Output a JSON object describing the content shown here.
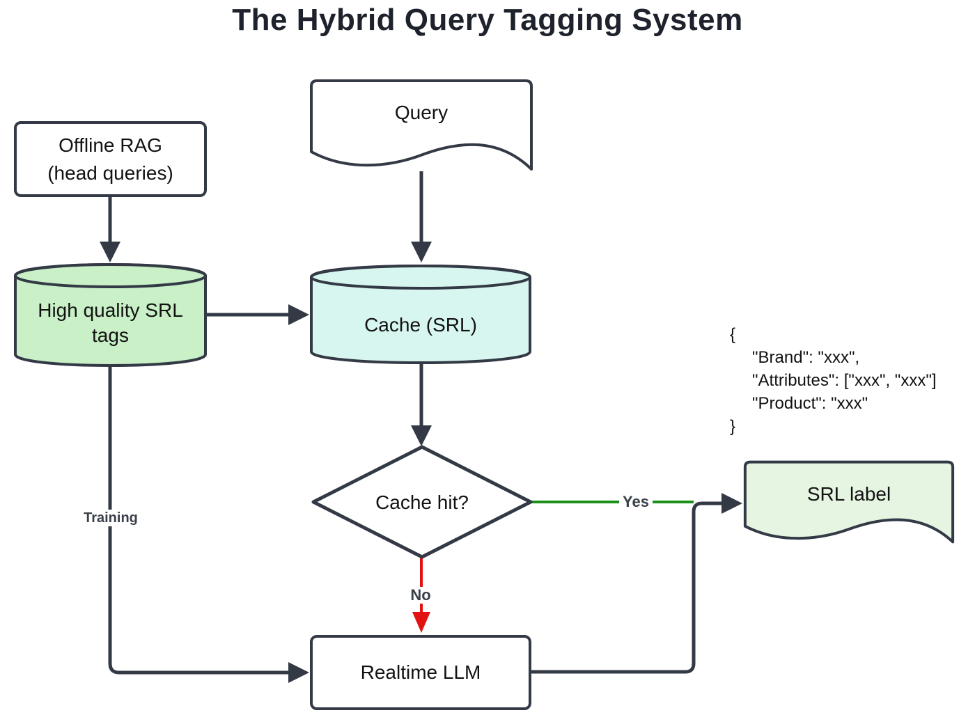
{
  "title": "The Hybrid Query Tagging System",
  "nodes": {
    "query": {
      "label": "Query",
      "shape": "document",
      "fill": "#ffffff"
    },
    "offline_rag": {
      "label": "Offline RAG\n(head queries)",
      "shape": "rounded-rectangle",
      "fill": "#ffffff"
    },
    "srl_tags": {
      "label": "High quality SRL\ntags",
      "shape": "cylinder",
      "fill": "#c9f0c6"
    },
    "cache": {
      "label": "Cache (SRL)",
      "shape": "cylinder",
      "fill": "#d8f6f0"
    },
    "cache_hit": {
      "label": "Cache hit?",
      "shape": "diamond",
      "fill": "#ffffff"
    },
    "srl_label": {
      "label": "SRL label",
      "shape": "document",
      "fill": "#e6f5e2"
    },
    "realtime_llm": {
      "label": "Realtime LLM",
      "shape": "rounded-rectangle",
      "fill": "#ffffff"
    }
  },
  "edges": {
    "yes_label": "Yes",
    "no_label": "No",
    "training_label": "Training"
  },
  "json_example": {
    "lines": [
      "{",
      "\"Brand\": \"xxx\",",
      "\"Attributes\": [\"xxx\", \"xxx\"]",
      "\"Product\": \"xxx\"",
      "}"
    ]
  },
  "colors": {
    "outline": "#333a45",
    "yes_edge_green": "#1a8f1a",
    "no_edge_red": "#e21212",
    "cylinder_green_fill": "#c9f0c6",
    "cylinder_cyan_fill": "#d8f6f0",
    "document_green_fill": "#e6f5e2",
    "text": "#121212",
    "edge_label_text": "#3a4049"
  }
}
